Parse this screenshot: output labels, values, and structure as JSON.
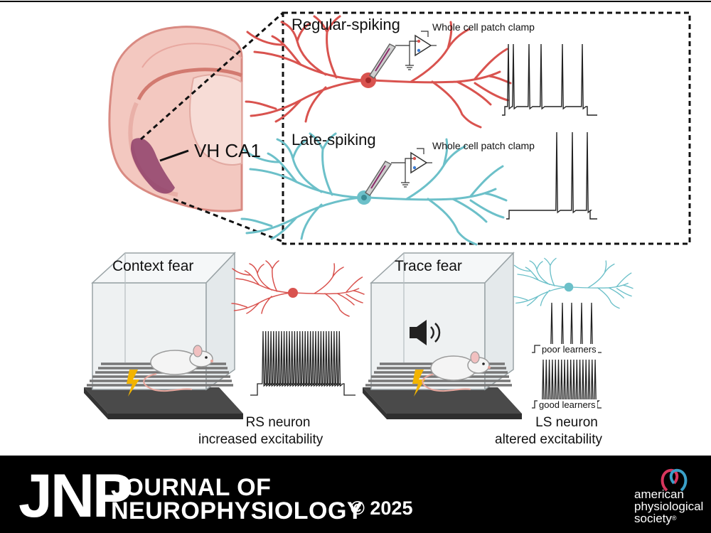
{
  "figure": {
    "region_label": "VH CA1",
    "regular_spiking": {
      "title": "Regular-spiking",
      "method": "Whole cell patch clamp"
    },
    "late_spiking": {
      "title": "Late-spiking",
      "method": "Whole cell patch clamp"
    },
    "context": {
      "title": "Context fear",
      "caption_line1": "RS neuron",
      "caption_line2": "increased excitability"
    },
    "trace": {
      "title": "Trace fear",
      "caption_line1": "LS neuron",
      "caption_line2": "altered excitability",
      "poor_label": "poor learners",
      "good_label": "good learners"
    },
    "colors": {
      "rs_neuron": "#d9534f",
      "ls_neuron": "#6cc0c9",
      "brain": "#f2c7bf",
      "ca1": "#8e3f6a",
      "shock": "#f2b400"
    }
  },
  "footer": {
    "journal_abbrev": "JNP",
    "journal_line1": "JOURNAL OF",
    "journal_line2": "NEUROPHYSIOLOGY",
    "copyright": "© 2025",
    "society_line1": "american",
    "society_line2": "physiological",
    "society_line3": "society",
    "society_mark": "®"
  }
}
